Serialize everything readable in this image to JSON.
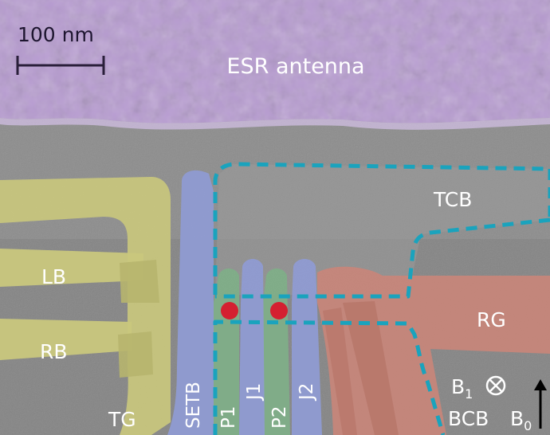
{
  "scale_bar": {
    "label": "100 nm"
  },
  "labels": {
    "esr_antenna": "ESR antenna",
    "tcb": "TCB",
    "lb": "LB",
    "rb": "RB",
    "rg": "RG",
    "tg": "TG",
    "setb": "SETB",
    "p1": "P1",
    "j1": "J1",
    "p2": "P2",
    "j2": "J2",
    "bcb": "BCB"
  },
  "field_labels": {
    "b1": "B",
    "b1_sub": "1",
    "b0": "B",
    "b0_sub": "0"
  },
  "colors": {
    "background": "#8c8c8c",
    "esr_antenna": "#b79bd1",
    "yellow_gates": "#c9c77d",
    "blue_gates": "#8f9bd2",
    "green_gates": "#7fae88",
    "red_gate": "#c8867a",
    "outline": "#1aa3bd",
    "quantum_dot": "#d42030"
  }
}
